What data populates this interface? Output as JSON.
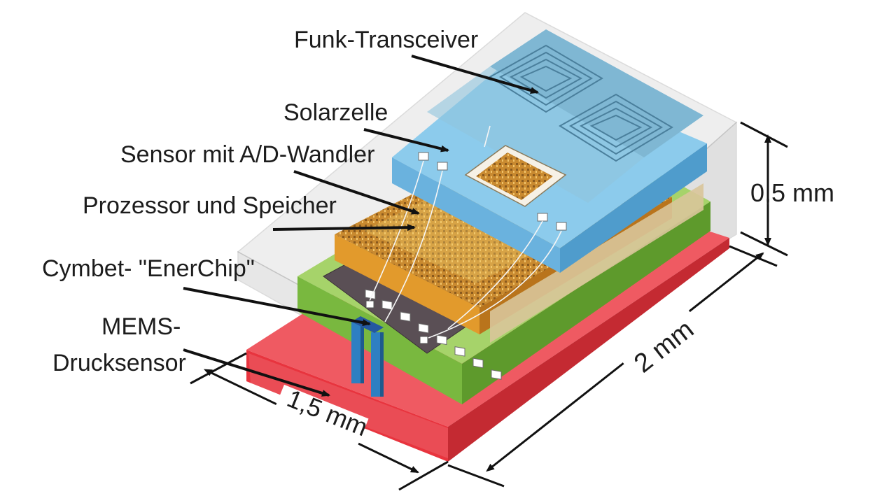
{
  "labels": {
    "funk_transceiver": "Funk-Transceiver",
    "solarzelle": "Solarzelle",
    "sensor": "Sensor mit A/D-Wandler",
    "prozessor": "Prozessor und Speicher",
    "enerchip": "Cymbet- \"EnerChip\"",
    "mems_line1": "MEMS-",
    "mems_line2": "Drucksensor"
  },
  "dimensions": {
    "height": "0,5 mm",
    "length": "2 mm",
    "width": "1,5 mm"
  },
  "colors": {
    "base_red": "#e8343e",
    "battery_green": "#79b83f",
    "chip_dark": "#5a4f55",
    "processor_orange": "#e29a2c",
    "solar_blue": "#7cc0e6",
    "wire_tan": "#d9c59a",
    "casing_gray": "#d0d0d0",
    "sensor_pins_blue": "#2e7fc2"
  },
  "icons": {
    "arrow": "arrow-icon",
    "spiral_antenna": "spiral-antenna-icon"
  }
}
